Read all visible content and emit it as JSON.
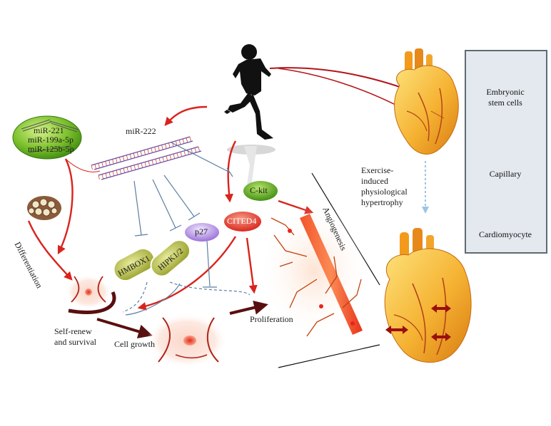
{
  "mirnas_group": [
    "miR-221",
    "miR-199a-5p",
    "miR-125b-5p"
  ],
  "mir222": "miR-222",
  "ckit": "C-kit",
  "cited4": "CITED4",
  "p27": "p27",
  "hmbox1": "HMBOX1",
  "hipk": "HIPK1/2",
  "differentiation": "Differentiation",
  "self_renew": [
    "Self-renew",
    "and survival"
  ],
  "cell_growth": "Cell growth",
  "proliferation": "Proliferation",
  "angiogenesis": "Angiogenesis",
  "hypertrophy": [
    "Exercise-",
    "induced",
    "physiological",
    "hypertrophy"
  ],
  "legend": {
    "embryonic": [
      "Embryonic",
      "stem cells"
    ],
    "capillary": "Capillary",
    "cardiomyocyte": "Cardiomyocyte"
  },
  "colors": {
    "arrow_red": "#d9231c",
    "inhibit_blue": "#5b7fa3",
    "mirna_green": "#5fae1d",
    "ckit_green": "#4f9e14",
    "cited4_red": "#dd2a1f",
    "p27_purple": "#9b72d6",
    "pill_olive": "#b8bf3c",
    "heart_gold": "#f2a321",
    "legend_bg": "#e4e9ef"
  },
  "icons": [
    "runner-silhouette",
    "heart-icon",
    "dna-strand-icon",
    "stem-cell-cluster-icon",
    "capillary-icon",
    "cardiomyocyte-icon"
  ]
}
